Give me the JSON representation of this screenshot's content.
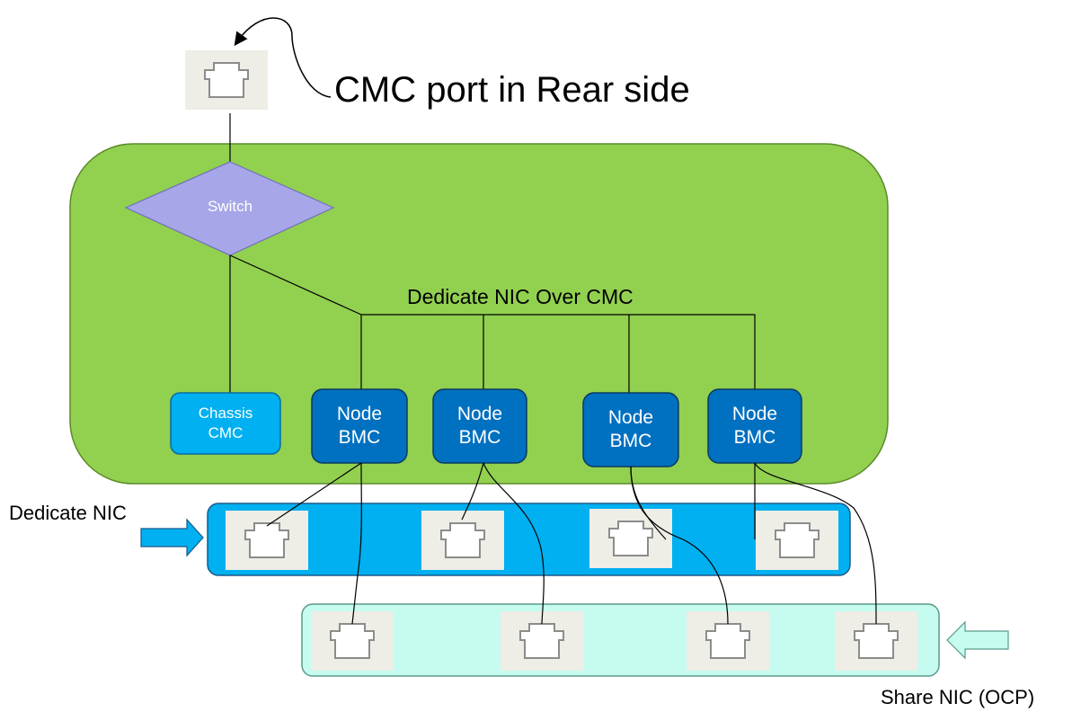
{
  "title": "CMC port in Rear side",
  "bus_label": "Dedicate NIC Over CMC",
  "switch_label": "Switch",
  "chassis_cmc": "Chassis\nCMC",
  "nodes": [
    {
      "label": "Node\nBMC"
    },
    {
      "label": "Node\nBMC"
    },
    {
      "label": "Node\nBMC"
    },
    {
      "label": "Node\nBMC"
    }
  ],
  "dedicate_nic_label": "Dedicate NIC",
  "share_nic_label": "Share NIC (OCP)",
  "colors": {
    "chassis_bg": "#92d050",
    "switch_fill": "#a6a6e8",
    "chassis_cmc_fill": "#00b0f0",
    "node_bmc_fill": "#0070c0",
    "dedicate_bar": "#00b0f0",
    "share_bar": "#c6fcef",
    "port_bg": "#eeede6",
    "port_stroke": "#8c8c8c"
  },
  "icons": [
    "rj45-port-icon",
    "right-arrow-icon",
    "left-arrow-icon",
    "curved-arrow-icon"
  ]
}
